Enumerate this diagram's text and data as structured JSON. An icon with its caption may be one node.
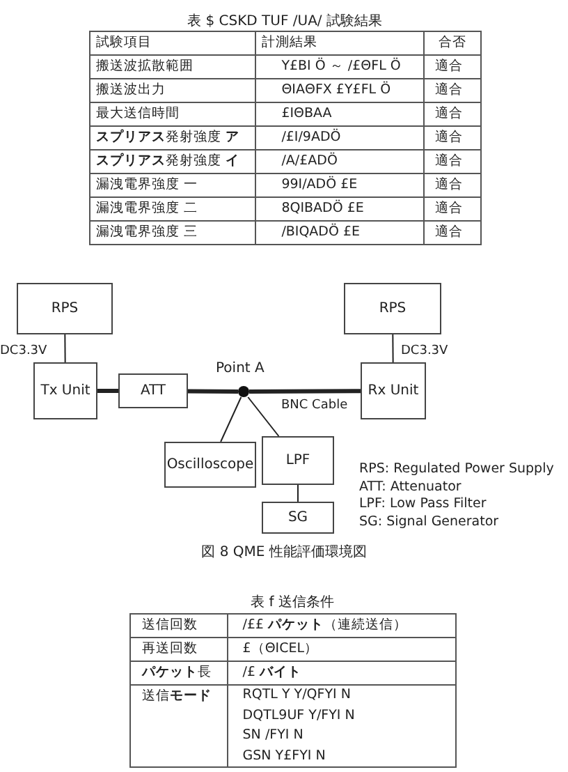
{
  "diagram": {
    "caption": "図 8 QME 性能評価環境図",
    "nodes": [
      {
        "text": [
          "RPS"
        ]
      },
      {
        "text": [
          "RPS"
        ]
      },
      {
        "text": [
          "Tx Unit"
        ]
      },
      {
        "text": [
          "ATT"
        ]
      },
      {
        "text": [],
        "shape": "circle",
        "beside": [
          "Point A"
        ]
      },
      {
        "text": [
          "Rx Unit"
        ]
      },
      {
        "text": [
          "Oscilloscope"
        ]
      },
      {
        "text": [
          "LPF"
        ]
      },
      {
        "text": [
          "SG"
        ]
      }
    ],
    "edges": [
      {
        "from": 0,
        "to": 2,
        "arrow": "none",
        "label": "DC3.3V"
      },
      {
        "from": 1,
        "to": 5,
        "arrow": "none",
        "label": "DC3.3V"
      },
      {
        "from": 2,
        "to": 3,
        "arrow": "none",
        "style": "thick"
      },
      {
        "from": 3,
        "to": 4,
        "arrow": "none",
        "style": "thick"
      },
      {
        "from": 4,
        "to": 5,
        "arrow": "none",
        "style": "thick",
        "label": "BNC Cable"
      },
      {
        "from": 4,
        "to": 6,
        "arrow": "none"
      },
      {
        "from": 4,
        "to": 7,
        "arrow": "none"
      },
      {
        "from": 7,
        "to": 8,
        "arrow": "none"
      }
    ],
    "labels": [
      "表 $ CSKD TUF /UA/ 試験結果",
      "試験項目",
      "計測結果",
      "合否",
      "搬送波拡散範囲",
      "Y£BI Ö ～ /£ΘFL Ö",
      "適合",
      "搬送波出力",
      "ΘIAΘFX £Y£FL Ö",
      "適合",
      "最大送信時間",
      "£IΘBAA",
      "適合",
      "**スプリアス**発射強度 **ア**",
      "/£I/9ADÖ",
      "適合",
      "**スプリアス**発射強度 **イ**",
      "/A/£ADÖ",
      "適合",
      "漏洩電界強度 一",
      "99I/ADÖ £E",
      "適合",
      "漏洩電界強度 二",
      "8QIBADÖ £E",
      "適合",
      "漏洩電界強度 三",
      "/BIQADÖ £E",
      "適合",
      "RPS: Regulated Power Supply",
      "ATT: Attenuator",
      "LPF: Low Pass Filter",
      "SG: Signal Generator",
      "表 f 送信条件",
      "送信回数",
      "/££ **パケット**（連続送信）",
      "再送回数",
      "£（ΘICEL）",
      "**パケット**長",
      "/£ **バイト**",
      "送信**モード**",
      "RQTL Y Y/QFYI N",
      "DQTL9UF Y/FYI N",
      "SN /FYI N",
      "GSN Y£FYI N"
    ]
  }
}
